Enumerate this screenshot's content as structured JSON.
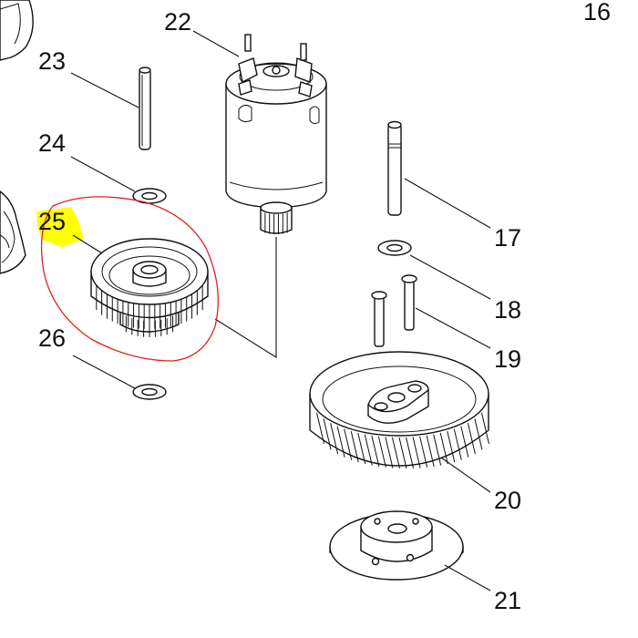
{
  "diagram": {
    "callouts": [
      {
        "id": "16",
        "text": "16"
      },
      {
        "id": "17",
        "text": "17"
      },
      {
        "id": "18",
        "text": "18"
      },
      {
        "id": "19",
        "text": "19"
      },
      {
        "id": "20",
        "text": "20"
      },
      {
        "id": "21",
        "text": "21"
      },
      {
        "id": "22",
        "text": "22"
      },
      {
        "id": "23",
        "text": "23"
      },
      {
        "id": "24",
        "text": "24"
      },
      {
        "id": "25",
        "text": "25"
      },
      {
        "id": "26",
        "text": "26"
      }
    ],
    "highlight": {
      "part": "25",
      "marker_color": "#ffff00",
      "outline_color": "#e02020"
    }
  }
}
